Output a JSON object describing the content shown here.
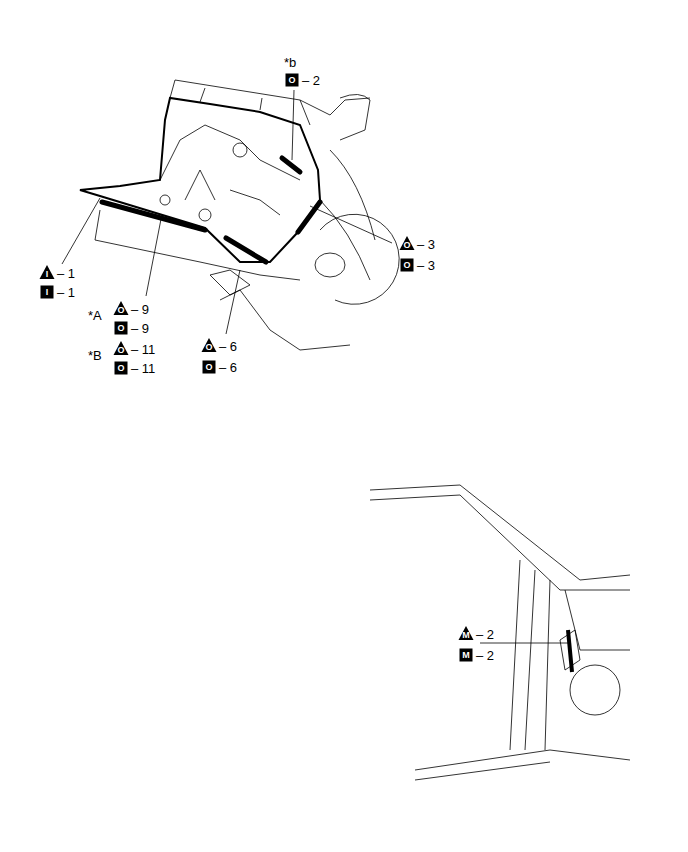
{
  "diagram": {
    "labels": [
      "*b",
      "O",
      "– 2",
      "O",
      "– 3",
      "O",
      "– 3",
      "I",
      "– 1",
      "I",
      "– 1",
      "*A",
      "O",
      "– 9",
      "O",
      "– 9",
      "*B",
      "O",
      "– 11",
      "O",
      "– 11",
      "O",
      "– 6",
      "O",
      "– 6",
      "M",
      "– 2",
      "M",
      "– 2"
    ]
  }
}
